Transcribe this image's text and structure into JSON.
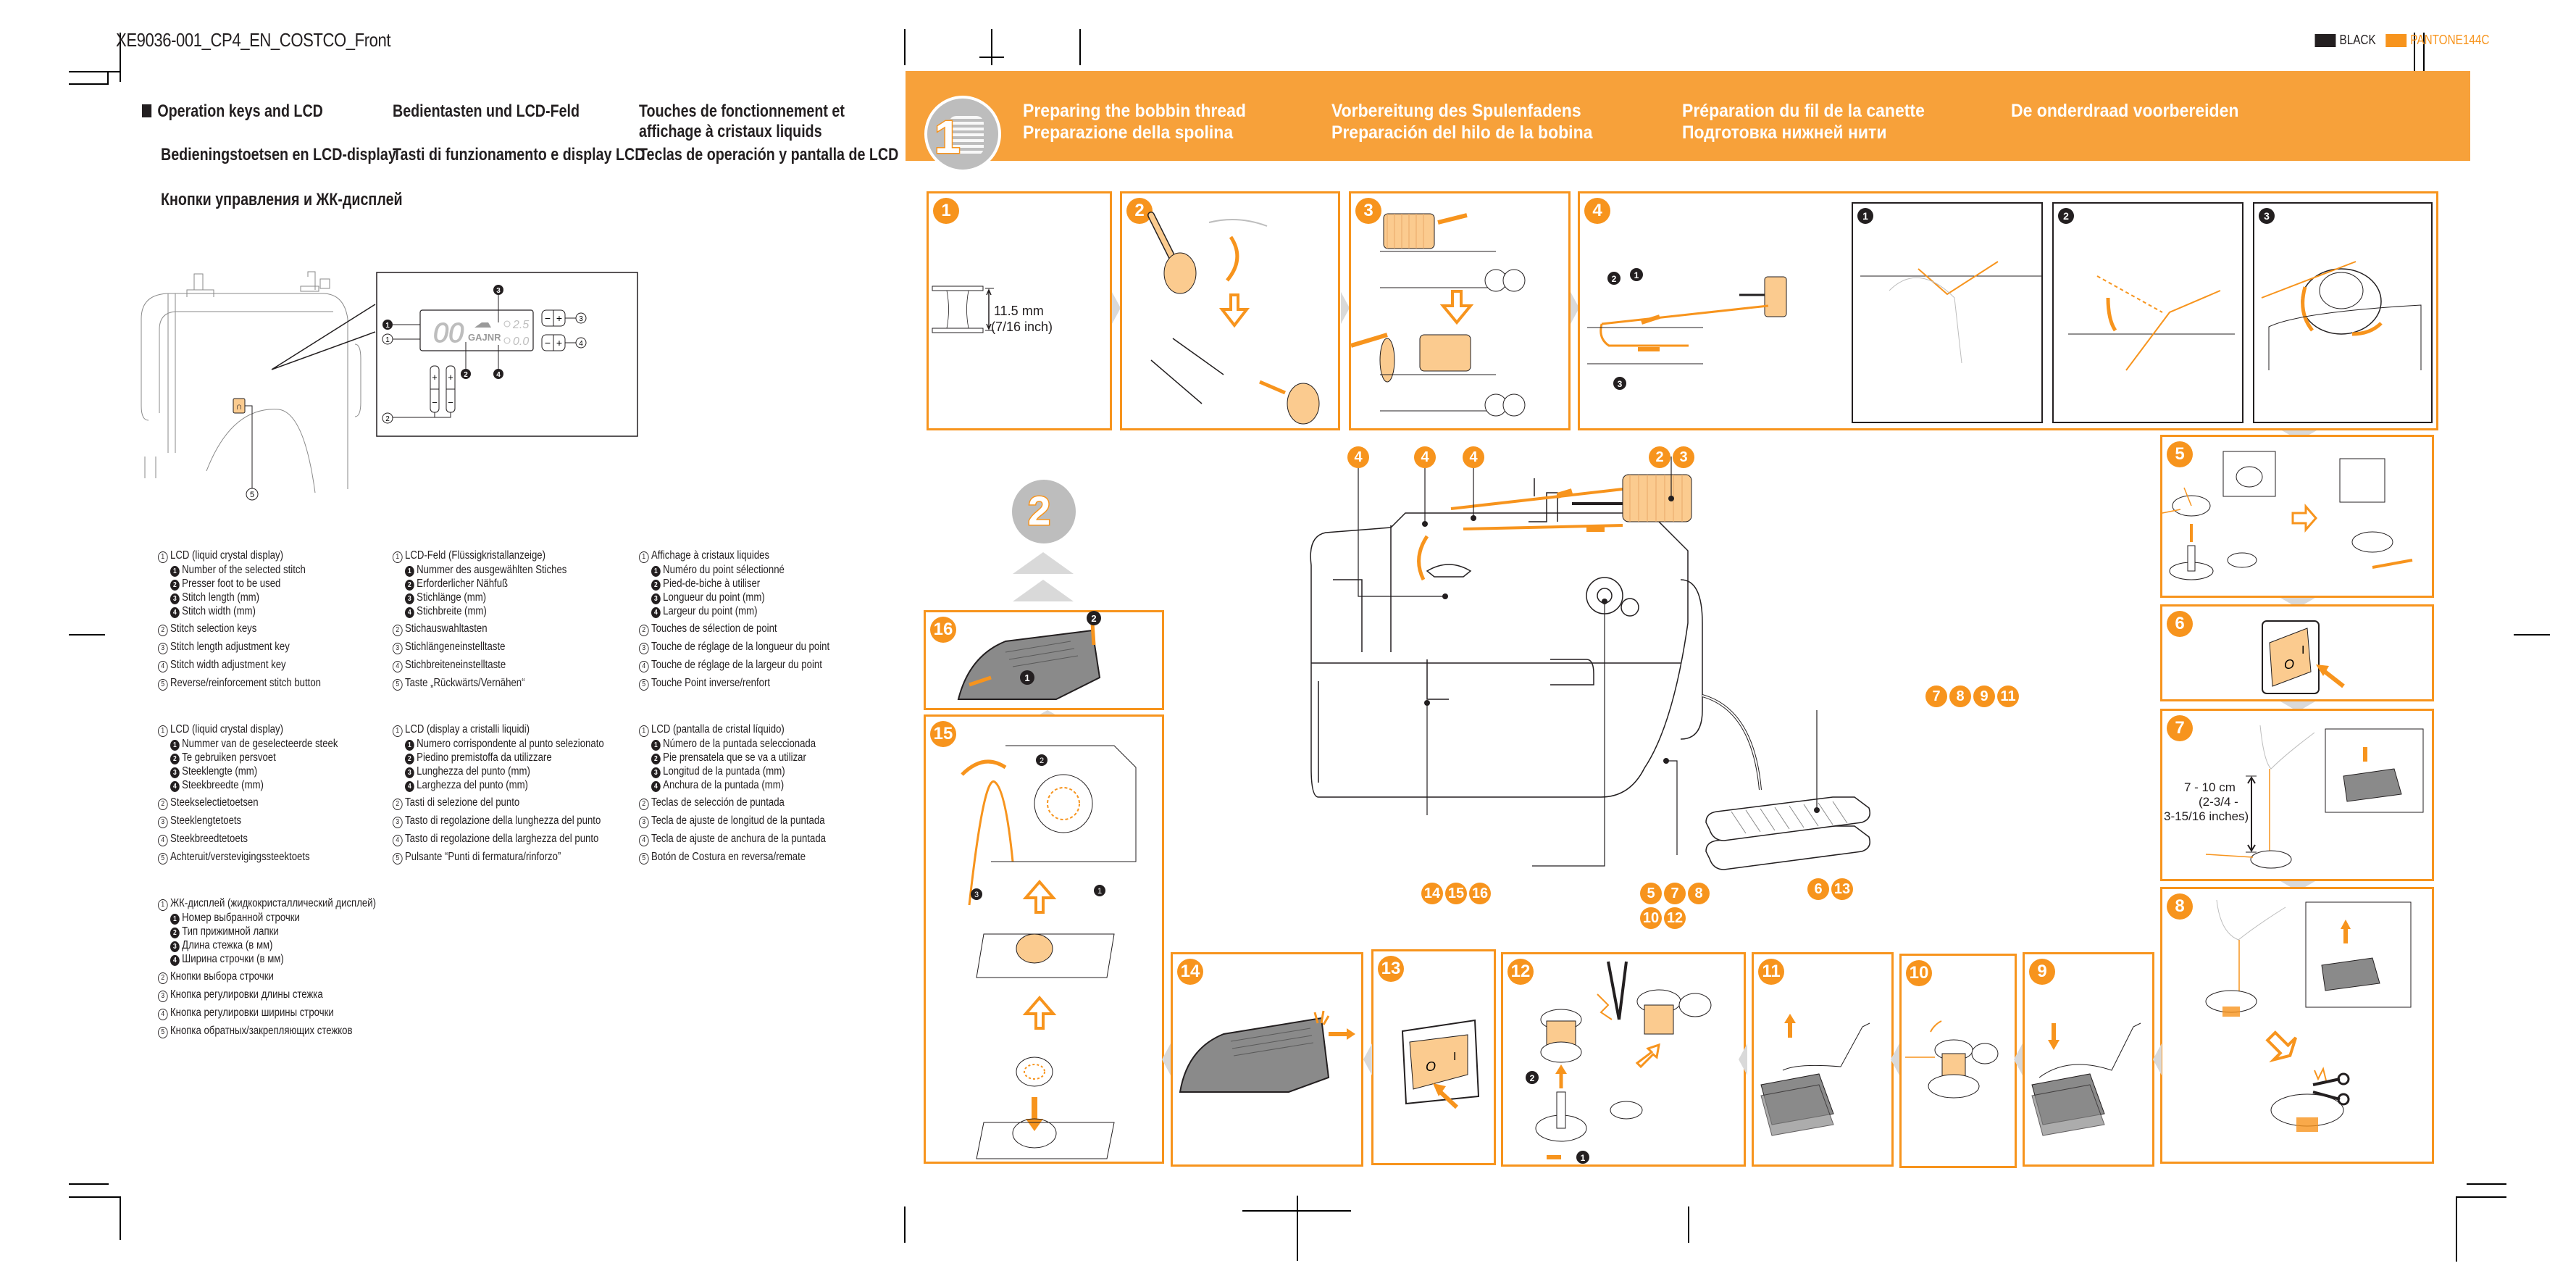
{
  "document": {
    "title": "XE9036-001_CP4_EN_COSTCO_Front",
    "color_legend": [
      {
        "label": "BLACK",
        "color": "#231f20"
      },
      {
        "label": "PANTONE144C",
        "color": "#f7941d"
      }
    ]
  },
  "left_page": {
    "headings": {
      "en": "Operation keys and LCD",
      "de": "Bedientasten und LCD-Feld",
      "fr": "Touches de fonctionnement et affichage à cristaux liquids",
      "nl": "Bedieningstoetsen en LCD-display",
      "it": "Tasti di funzionamento e display LCD",
      "es": "Teclas de operación y pantalla de LCD",
      "ru": "Кнопки управления и ЖК-дисплей"
    },
    "diagram": {
      "lcd_stitch_number": "00",
      "lcd_foot_code": "GAJNR",
      "lcd_length": "2.5",
      "lcd_width": "0.0",
      "plus": "+",
      "minus": "−",
      "reverse_button_glyph": "∩",
      "callouts": [
        "1",
        "2",
        "3",
        "4",
        "5"
      ],
      "dark_callouts": [
        "1",
        "2",
        "3",
        "4"
      ]
    },
    "legends": [
      {
        "lang": "en",
        "lcd": "LCD (liquid crystal display)",
        "sub": [
          "Number of the selected stitch",
          "Presser foot to be used",
          "Stitch length (mm)",
          "Stitch width (mm)"
        ],
        "items": [
          "Stitch selection keys",
          "Stitch length adjustment key",
          "Stitch width adjustment key",
          "Reverse/reinforcement stitch button"
        ]
      },
      {
        "lang": "de",
        "lcd": "LCD-Feld (Flüssigkristallanzeige)",
        "sub": [
          "Nummer des ausgewählten Stiches",
          "Erforderlicher Nähfuß",
          "Stichlänge (mm)",
          "Stichbreite (mm)"
        ],
        "items": [
          "Stichauswahltasten",
          "Stichlängeneinstelltaste",
          "Stichbreiteneinstelltaste",
          "Taste „Rückwärts/Vernähen“"
        ]
      },
      {
        "lang": "fr",
        "lcd": "Affichage à cristaux liquides",
        "sub": [
          "Numéro du point sélectionné",
          "Pied-de-biche à utiliser",
          "Longueur du point (mm)",
          "Largeur du point (mm)"
        ],
        "items": [
          "Touches de sélection de point",
          "Touche de réglage de la longueur du point",
          "Touche de réglage de la largeur du point",
          "Touche Point inverse/renfort"
        ]
      },
      {
        "lang": "nl",
        "lcd": "LCD (liquid crystal display)",
        "sub": [
          "Nummer van de geselecteerde steek",
          "Te gebruiken persvoet",
          "Steeklengte (mm)",
          "Steekbreedte (mm)"
        ],
        "items": [
          "Steekselectietoetsen",
          "Steeklengtetoets",
          "Steekbreedtetoets",
          "Achteruit/verstevigingssteektoets"
        ]
      },
      {
        "lang": "it",
        "lcd": "LCD (display a cristalli liquidi)",
        "sub": [
          "Numero corrispondente al punto selezionato",
          "Piedino premistoffa da utilizzare",
          "Lunghezza del punto (mm)",
          "Larghezza del punto (mm)"
        ],
        "items": [
          "Tasti di selezione del punto",
          "Tasto di regolazione della lunghezza del punto",
          "Tasto di regolazione della larghezza del punto",
          "Pulsante “Punti di fermatura/rinforzo”"
        ]
      },
      {
        "lang": "es",
        "lcd": "LCD (pantalla de cristal líquido)",
        "sub": [
          "Número de la puntada seleccionada",
          "Pie prensatela que se va a utilizar",
          "Longitud de la puntada (mm)",
          "Anchura de la puntada (mm)"
        ],
        "items": [
          "Teclas de selección de puntada",
          "Tecla de ajuste de longitud de la puntada",
          "Tecla de ajuste de anchura de la puntada",
          "Botón de Costura en reversa/remate"
        ]
      },
      {
        "lang": "ru",
        "lcd": "ЖК-дисплей (жидкокристаллический дисплей)",
        "sub": [
          "Номер выбранной строчки",
          "Тип прижимной лапки",
          "Длина стежка (в мм)",
          "Ширина строчки (в мм)"
        ],
        "items": [
          "Кнопки выбора строчки",
          "Кнопка регулировки длины стежка",
          "Кнопка регулировки ширины строчки",
          "Кнопка обратных/закрепляющих стежков"
        ]
      }
    ],
    "circled_numbers": [
      "①",
      "②",
      "③",
      "④",
      "⑤"
    ],
    "dark_numbers": [
      "1",
      "2",
      "3",
      "4"
    ]
  },
  "right_page": {
    "chapter": {
      "number": "1",
      "next_chapter_number": "2",
      "titles": {
        "en": "Preparing the bobbin thread",
        "it": "Preparazione della spolina",
        "de": "Vorbereitung des Spulenfadens",
        "es": "Preparación del hilo de la bobina",
        "fr": "Préparation du fil de la canette",
        "ru": "Подготовка нижней нити",
        "nl": "De onderdraad voorbereiden"
      }
    },
    "steps": {
      "s1": {
        "badge": "1",
        "measure_mm": "11.5 mm",
        "measure_in": "(7/16 inch)"
      },
      "s2": {
        "badge": "2"
      },
      "s3": {
        "badge": "3"
      },
      "s4": {
        "badge": "4",
        "sub": [
          "1",
          "2",
          "3"
        ],
        "path_labels": [
          "1",
          "2",
          "3"
        ]
      },
      "s5": {
        "badge": "5"
      },
      "s6": {
        "badge": "6",
        "switch_off": "O",
        "switch_on": "I"
      },
      "s7": {
        "badge": "7",
        "measure_cm": "7 - 10 cm",
        "measure_in_1": "(2-3/4 -",
        "measure_in_2": "3-15/16 inches)"
      },
      "s8": {
        "badge": "8"
      },
      "s9": {
        "badge": "9"
      },
      "s10": {
        "badge": "10"
      },
      "s11": {
        "badge": "11"
      },
      "s12": {
        "badge": "12",
        "sub": [
          "1",
          "2"
        ]
      },
      "s13": {
        "badge": "13",
        "switch_off": "O",
        "switch_on": "I"
      },
      "s14": {
        "badge": "14"
      },
      "s15": {
        "badge": "15",
        "sub": [
          "1",
          "2",
          "3"
        ]
      },
      "s16": {
        "badge": "16",
        "sub": [
          "1",
          "2"
        ]
      }
    },
    "machine_callouts": {
      "guide_a": [
        "4"
      ],
      "guide_b": [
        "4"
      ],
      "guide_c": [
        "4"
      ],
      "spool_pin": [
        "2",
        "3"
      ],
      "pedal": [
        "7",
        "8",
        "9",
        "11"
      ],
      "needle_plate": [
        "14",
        "15",
        "16"
      ],
      "winder_a": [
        "5",
        "7",
        "8"
      ],
      "winder_b": [
        "10",
        "12"
      ],
      "power": [
        "6",
        "13"
      ]
    },
    "accent_color": "#f7941d",
    "band_color": "#f7a13a"
  }
}
